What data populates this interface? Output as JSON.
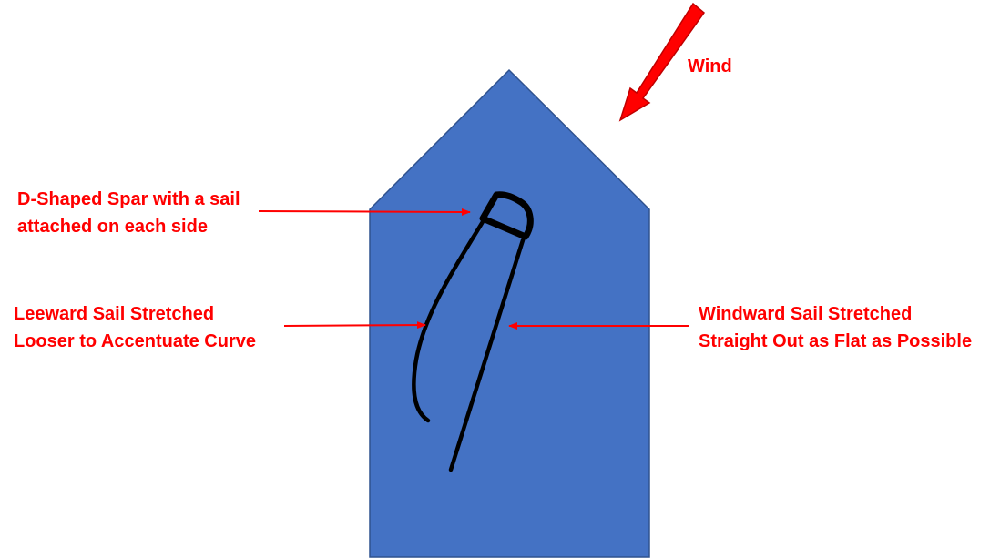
{
  "labels": {
    "wind": "Wind",
    "spar": [
      "D-Shaped Spar with a sail",
      "attached on each side"
    ],
    "leeward": [
      "Leeward Sail Stretched",
      "Looser to Accentuate Curve"
    ],
    "windward": [
      "Windward Sail Stretched",
      "Straight Out as Flat as Possible"
    ]
  },
  "colors": {
    "hull": "#4472C4",
    "hull_outline": "#2F528F",
    "annotation": "#FF0000",
    "wind_arrow_outline": "#C00000",
    "sail": "#000000",
    "background": "#FFFFFF"
  },
  "icons": {
    "wind": "wind-arrow-icon",
    "pointer": "leader-arrow-icon"
  }
}
